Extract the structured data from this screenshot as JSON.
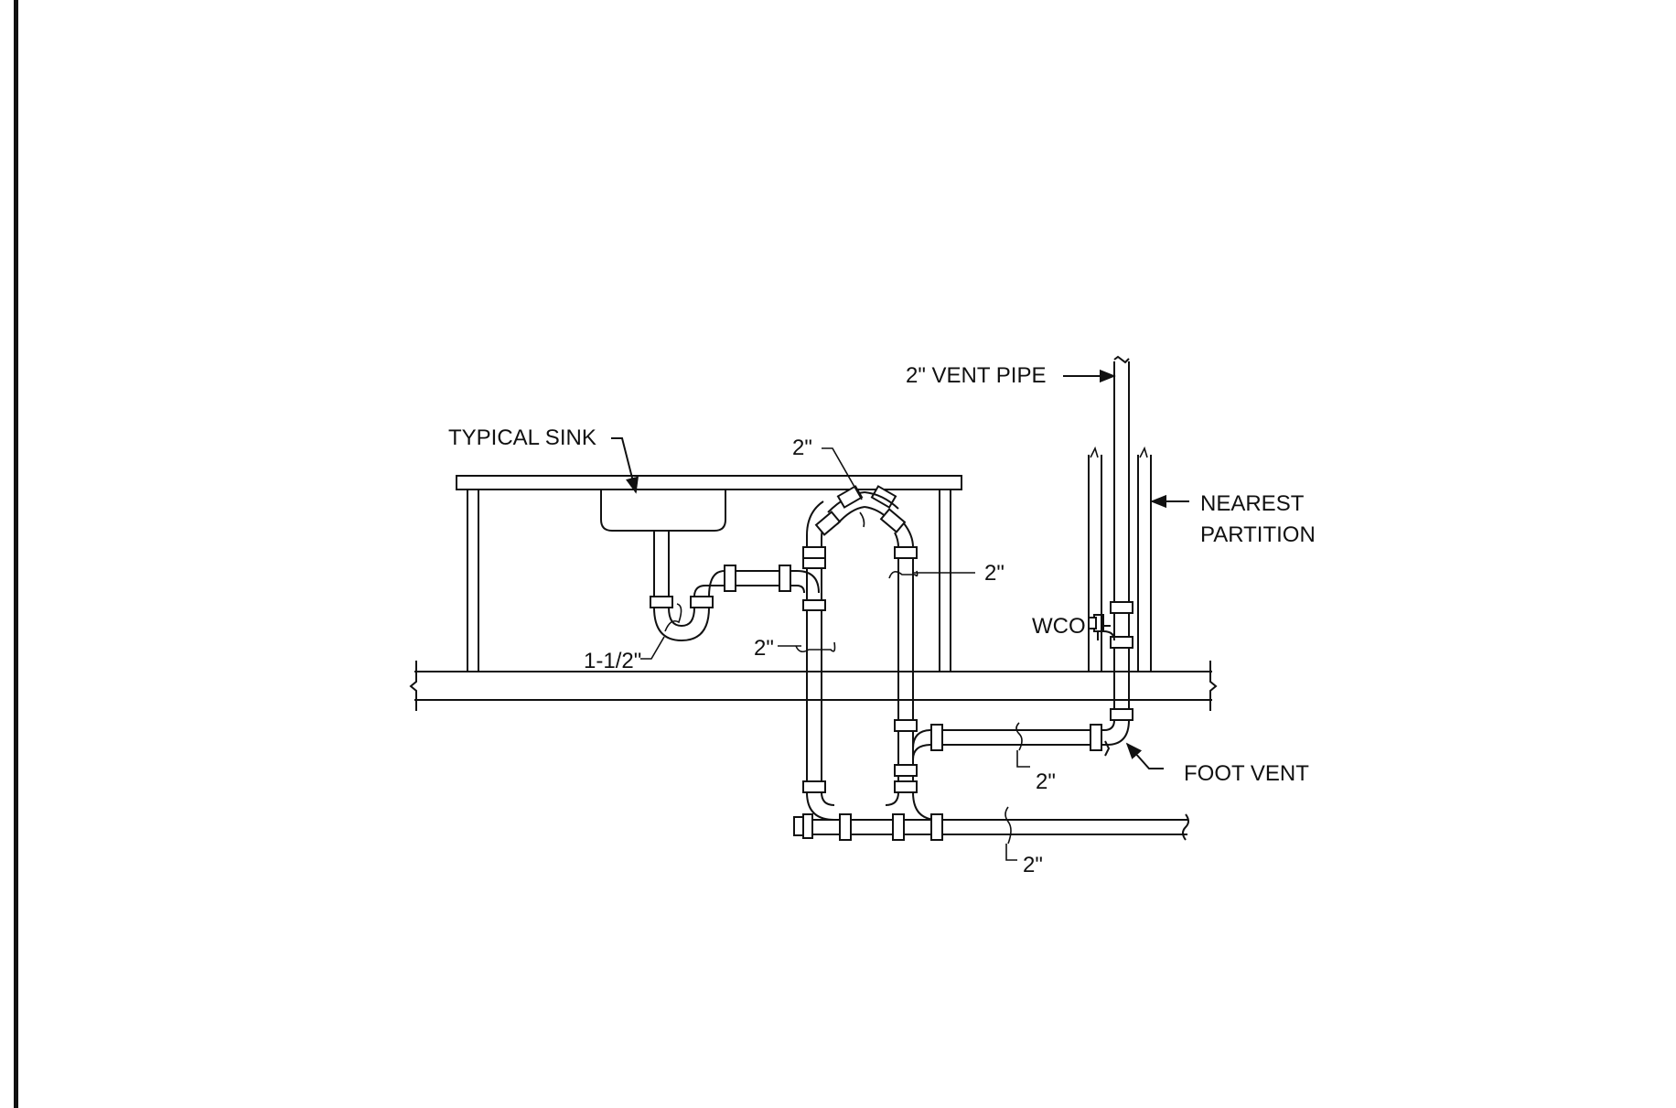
{
  "diagram": {
    "labels": {
      "typical_sink": "TYPICAL SINK",
      "vent_pipe": "2\" VENT PIPE",
      "nearest": "NEAREST",
      "partition": "PARTITION",
      "wco": "WCO",
      "foot_vent": "FOOT VENT",
      "size_trap": "1-1/2\"",
      "size_top": "2\"",
      "size_riser_right": "2\"",
      "size_riser_left": "2\"",
      "size_horizontal_upper": "2\"",
      "size_horizontal_lower": "2\""
    },
    "colors": {
      "line": "#111111",
      "background": "#ffffff"
    }
  }
}
